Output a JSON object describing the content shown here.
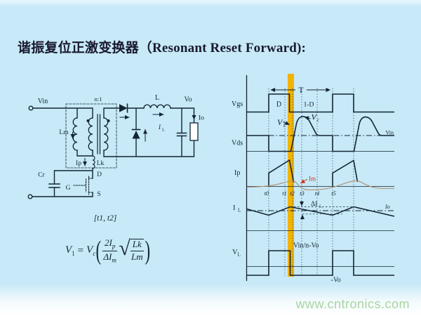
{
  "title": "谐振复位正激变换器（Resonant Reset Forward):",
  "watermark": "www.cntronics.com",
  "colors": {
    "background": "#c7e9f8",
    "line": "#132433",
    "highlight_bar": "#f2b402",
    "im_curve": "#b3906e",
    "im_label": "#d03418",
    "watermark": "#a7d5a0"
  },
  "circuit": {
    "vin": "Vin",
    "n1": "n:1",
    "lm": "Lm",
    "ip": "Ip",
    "lk": "Lk",
    "cr": "Cr",
    "g": "G",
    "d": "D",
    "s": "S",
    "l": "L",
    "vo": "Vo",
    "io": "Io",
    "il_main": "I",
    "il_sub": "L",
    "interval": "[t1, t2]"
  },
  "formula": {
    "v": "V",
    "v_sub": "1",
    "eq": "=",
    "vc_sub": "c",
    "lp": "(",
    "num_main": "2I",
    "num_sub": "p",
    "den_main": "ΔI",
    "den_sub": "m",
    "sqrt": "√",
    "rad_num": "Lk",
    "rad_den": "Lm",
    "rp": ")"
  },
  "waveforms": {
    "labels": {
      "vgs": "Vgs",
      "vds": "Vds",
      "ip": "Ip",
      "il_main": "I",
      "il_sub": "L",
      "vl_main": "V",
      "vl_sub": "L"
    },
    "period": "T",
    "duty": "D",
    "duty_off": "1-D",
    "v1_main": "V",
    "v1_sub": "1",
    "vc_main": "V",
    "vc_sub": "c",
    "vin_level": "Vin",
    "im": "Im",
    "times": [
      "t0",
      "t1",
      "t2",
      "t3",
      "t4",
      "t5"
    ],
    "delta_il_main": "ΔI",
    "delta_il_sub": "L",
    "io_level": "Io",
    "vl_high": "Vin/n-Vo",
    "vl_low": "-Vo"
  }
}
